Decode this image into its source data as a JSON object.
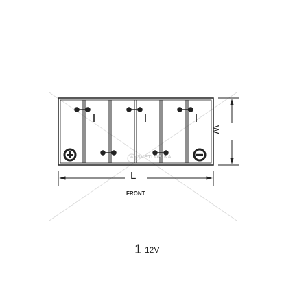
{
  "diagram": {
    "length_label": "L",
    "width_label": "W",
    "front_label": "FRONT",
    "scheme_number": "1",
    "voltage": "12V",
    "watermark_text": "SVETLOBIKA",
    "positive_terminal": "plus-icon",
    "negative_terminal": "minus-icon",
    "cells": 6,
    "stroke_color": "#222222",
    "watermark_color": "#cccccc"
  }
}
